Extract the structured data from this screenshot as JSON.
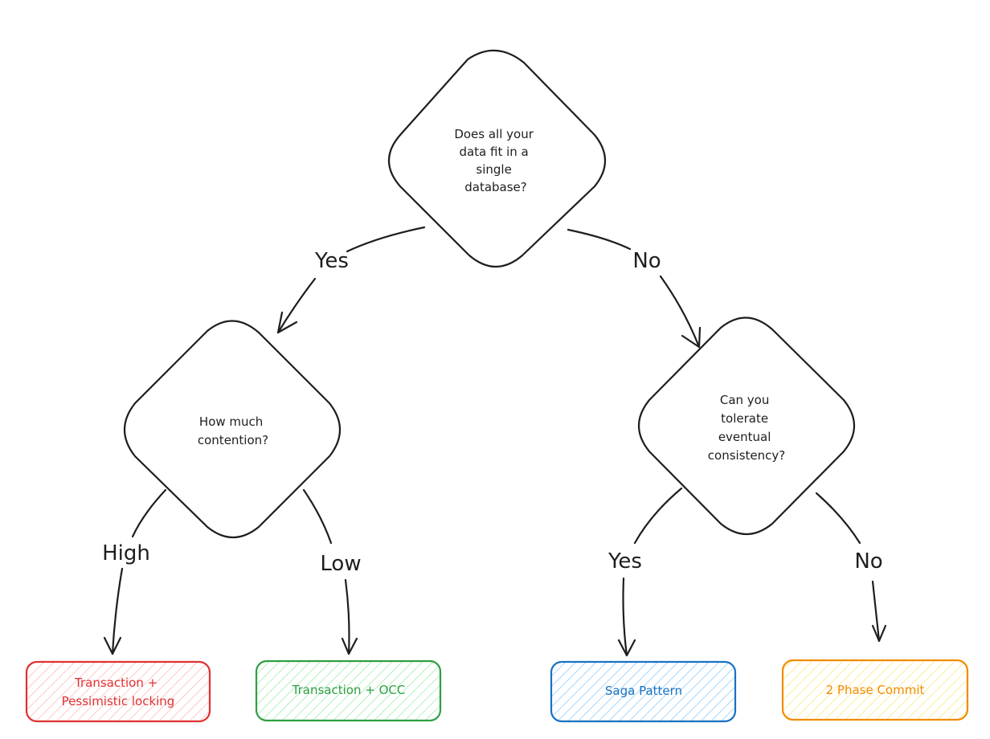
{
  "colors": {
    "ink": "#1e1e1e",
    "red": "#e03131",
    "green": "#2f9e44",
    "blue": "#1971c2",
    "orange": "#f08c00"
  },
  "decisions": {
    "root": {
      "lines": [
        "Does all your",
        "data fit in a",
        "single",
        "database?"
      ]
    },
    "contention": {
      "lines": [
        "How much",
        "contention?"
      ]
    },
    "consistency": {
      "lines": [
        "Can you",
        "tolerate",
        "eventual",
        "consistency?"
      ]
    }
  },
  "edges": {
    "root_yes": "Yes",
    "root_no": "No",
    "contention_high": "High",
    "contention_low": "Low",
    "consistency_yes": "Yes",
    "consistency_no": "No"
  },
  "outcomes": {
    "pessimistic": {
      "lines": [
        "Transaction +",
        "Pessimistic locking"
      ],
      "color": "red"
    },
    "occ": {
      "lines": [
        "Transaction + OCC"
      ],
      "color": "green"
    },
    "saga": {
      "lines": [
        "Saga Pattern"
      ],
      "color": "blue"
    },
    "two_phase": {
      "lines": [
        "2 Phase Commit"
      ],
      "color": "orange"
    }
  }
}
